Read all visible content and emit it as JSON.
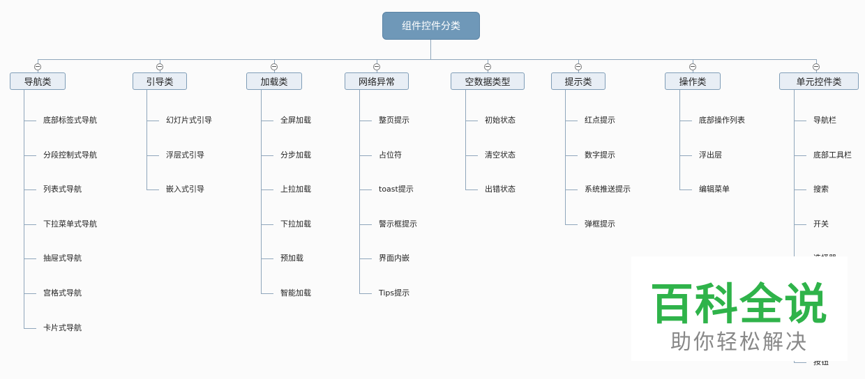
{
  "root": {
    "label": "组件控件分类"
  },
  "categories": [
    {
      "label": "导航类",
      "items": [
        "底部标签式导航",
        "分段控制式导航",
        "列表式导航",
        "下拉菜单式导航",
        "抽屉式导航",
        "宫格式导航",
        "卡片式导航"
      ]
    },
    {
      "label": "引导类",
      "items": [
        "幻灯片式引导",
        "浮层式引导",
        "嵌入式引导"
      ]
    },
    {
      "label": "加载类",
      "items": [
        "全屏加载",
        "分步加载",
        "上拉加载",
        "下拉加载",
        "预加载",
        "智能加载"
      ]
    },
    {
      "label": "网络异常",
      "items": [
        "整页提示",
        "占位符",
        "toast提示",
        "警示框提示",
        "界面内嵌",
        "Tips提示"
      ]
    },
    {
      "label": "空数据类型",
      "items": [
        "初始状态",
        "清空状态",
        "出错状态"
      ]
    },
    {
      "label": "提示类",
      "items": [
        "红点提示",
        "数字提示",
        "系统推送提示",
        "弹框提示"
      ]
    },
    {
      "label": "操作类",
      "items": [
        "底部操作列表",
        "浮出层",
        "编辑菜单"
      ]
    },
    {
      "label": "单元控件类",
      "items": [
        "导航栏",
        "底部工具栏",
        "搜索",
        "开关",
        "选择器",
        "",
        "",
        "按钮"
      ]
    }
  ],
  "watermark": {
    "title": "百科全说",
    "subtitle": "助你轻松解决"
  }
}
